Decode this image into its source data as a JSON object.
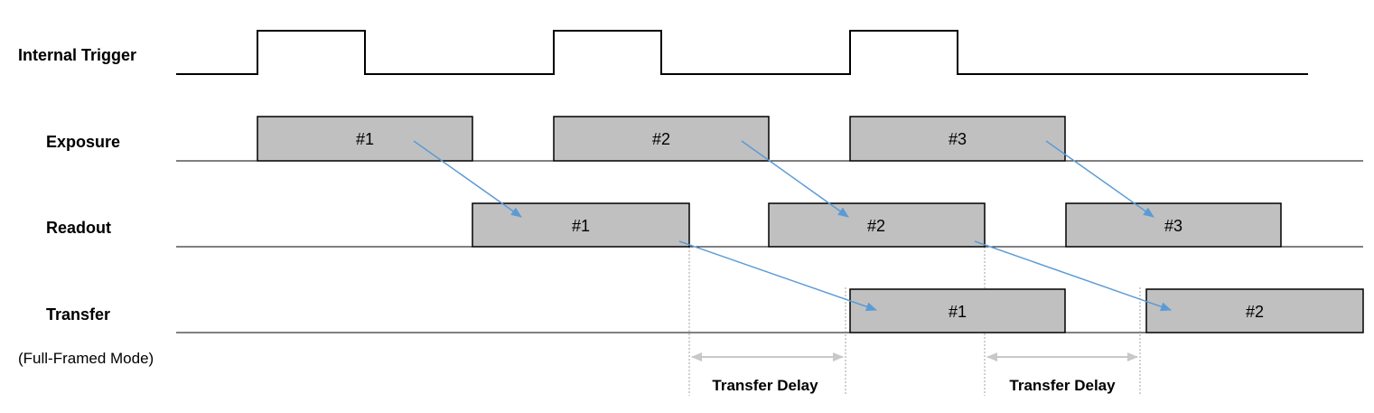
{
  "rows": {
    "trigger_label": "Internal Trigger",
    "exposure_label": "Exposure",
    "readout_label": "Readout",
    "transfer_label": "Transfer"
  },
  "mode_label": "(Full-Framed Mode)",
  "exposure_blocks": [
    "#1",
    "#2",
    "#3"
  ],
  "readout_blocks": [
    "#1",
    "#2",
    "#3"
  ],
  "transfer_blocks": [
    "#1",
    "#2"
  ],
  "transfer_delays": [
    "Transfer Delay",
    "Transfer Delay"
  ],
  "colors": {
    "block_fill": "#c0c0c0",
    "block_stroke": "#000000",
    "arrow": "#5b9bd5",
    "delay_arrow": "#c8c8c8",
    "guide_line": "#a0a0a0",
    "baseline": "#000000"
  }
}
